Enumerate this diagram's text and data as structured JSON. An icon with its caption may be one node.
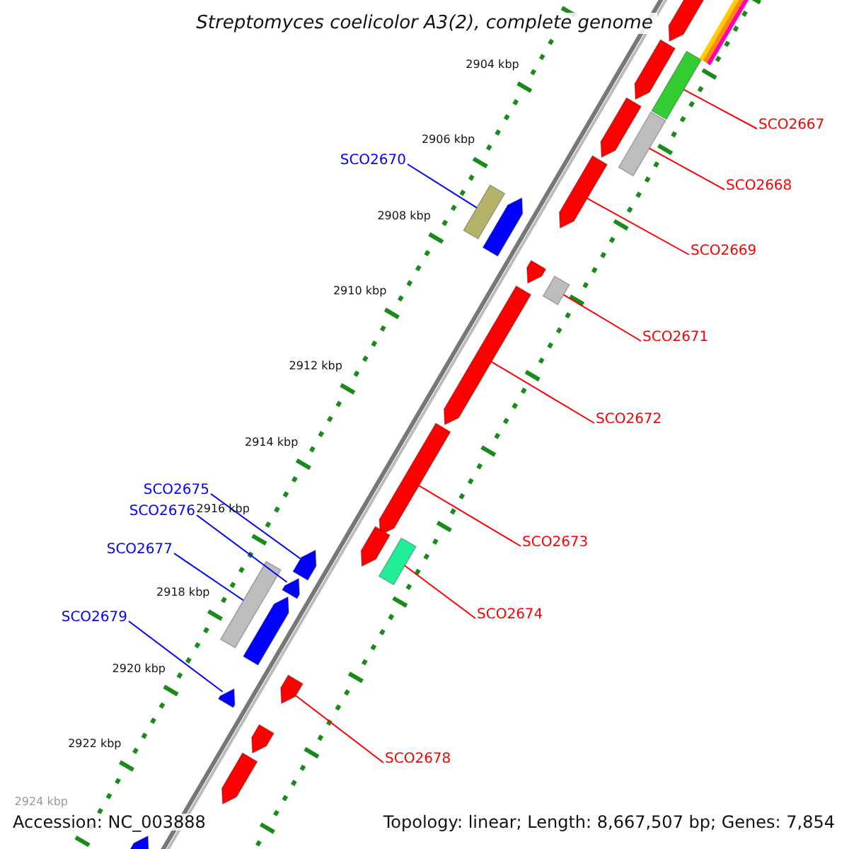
{
  "diagram": {
    "title": "Streptomyces coelicolor A3(2), complete genome",
    "nodes": [
      {
        "text": [
          "SCO2667"
        ]
      },
      {
        "text": [
          "SCO2668"
        ]
      },
      {
        "text": [
          "SCO2669"
        ]
      },
      {
        "text": [
          "SCO2670"
        ]
      },
      {
        "text": [
          "SCO2671"
        ]
      },
      {
        "text": [
          "SCO2672"
        ]
      },
      {
        "text": [
          "SCO2673"
        ]
      },
      {
        "text": [
          "SCO2674"
        ]
      },
      {
        "text": [
          "SCO2675"
        ]
      },
      {
        "text": [
          "SCO2676"
        ]
      },
      {
        "text": [
          "SCO2677"
        ]
      },
      {
        "text": [
          "SCO2678"
        ]
      },
      {
        "text": [
          "SCO2679"
        ]
      },
      {
        "text": [],
        "shape": "bar"
      },
      {
        "text": [],
        "shape": "bar"
      },
      {
        "text": [],
        "shape": "arrow"
      },
      {
        "text": [],
        "shape": "bar"
      },
      {
        "text": [],
        "shape": "bar"
      },
      {
        "text": [],
        "shape": "arrow"
      },
      {
        "text": [],
        "shape": "arrow"
      },
      {
        "text": [],
        "shape": "bar"
      },
      {
        "text": [],
        "shape": "arrow"
      },
      {
        "text": [],
        "shape": "arrow"
      },
      {
        "text": [],
        "shape": "bar"
      },
      {
        "text": [],
        "shape": "arrow"
      },
      {
        "text": [],
        "shape": "arrow"
      },
      {
        "text": [],
        "shape": "arrow"
      },
      {
        "text": [],
        "shape": "arrow"
      },
      {
        "text": [],
        "shape": "arrow"
      },
      {
        "text": [],
        "shape": "arrow"
      },
      {
        "text": [],
        "shape": "arrow"
      },
      {
        "text": [],
        "shape": "arrow"
      },
      {
        "text": [],
        "shape": "arrow"
      },
      {
        "text": [],
        "shape": "arrow"
      },
      {
        "text": [],
        "shape": "arrow"
      },
      {
        "text": [],
        "shape": "arrow"
      }
    ],
    "edges": [
      {
        "from": 0,
        "to": 13,
        "arrow": "none"
      },
      {
        "from": 1,
        "to": 14,
        "arrow": "none"
      },
      {
        "from": 2,
        "to": 15,
        "arrow": "none"
      },
      {
        "from": 3,
        "to": 16,
        "arrow": "none",
        "color": "#0000ff"
      },
      {
        "from": 4,
        "to": 17,
        "arrow": "none"
      },
      {
        "from": 5,
        "to": 18,
        "arrow": "none"
      },
      {
        "from": 6,
        "to": 19,
        "arrow": "none"
      },
      {
        "from": 7,
        "to": 20,
        "arrow": "none"
      },
      {
        "from": 8,
        "to": 21,
        "arrow": "none",
        "color": "#0000ff"
      },
      {
        "from": 9,
        "to": 22,
        "arrow": "none",
        "color": "#0000ff"
      },
      {
        "from": 10,
        "to": 23,
        "arrow": "none",
        "color": "#0000ff"
      },
      {
        "from": 11,
        "to": 24,
        "arrow": "none"
      },
      {
        "from": 12,
        "to": 25,
        "arrow": "none",
        "color": "#0000ff"
      }
    ],
    "labels": [
      "2904 kbp",
      "2906 kbp",
      "2908 kbp",
      "2910 kbp",
      "2912 kbp",
      "2914 kbp",
      "2916 kbp",
      "2918 kbp",
      "2920 kbp",
      "2922 kbp",
      "2924 kbp",
      "Accession: NC_003888",
      "Topology: linear; Length: 8,667,507 bp; Genes: 7,854"
    ]
  }
}
